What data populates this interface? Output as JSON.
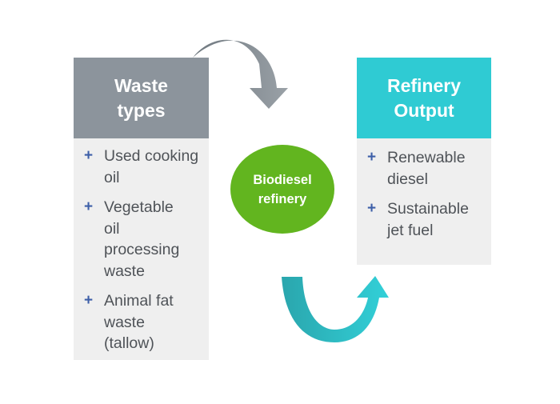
{
  "waste": {
    "title": "Waste types",
    "items": [
      "Used cooking oil",
      "Vegetable oil processing waste",
      "Animal fat waste (tallow)"
    ]
  },
  "center": {
    "label": "Biodiesel refinery"
  },
  "output": {
    "title": "Refinery Output",
    "items": [
      "Renewable diesel",
      "Sustainable jet fuel"
    ]
  },
  "bullet": "+",
  "colors": {
    "waste_header": "#8c949c",
    "output_header": "#2fcbd3",
    "refinery_circle": "#62b51f",
    "list_background": "#efefef",
    "bullet": "#3d5fa8"
  },
  "icons": [
    "curved-arrow-gray",
    "curved-arrow-teal"
  ]
}
